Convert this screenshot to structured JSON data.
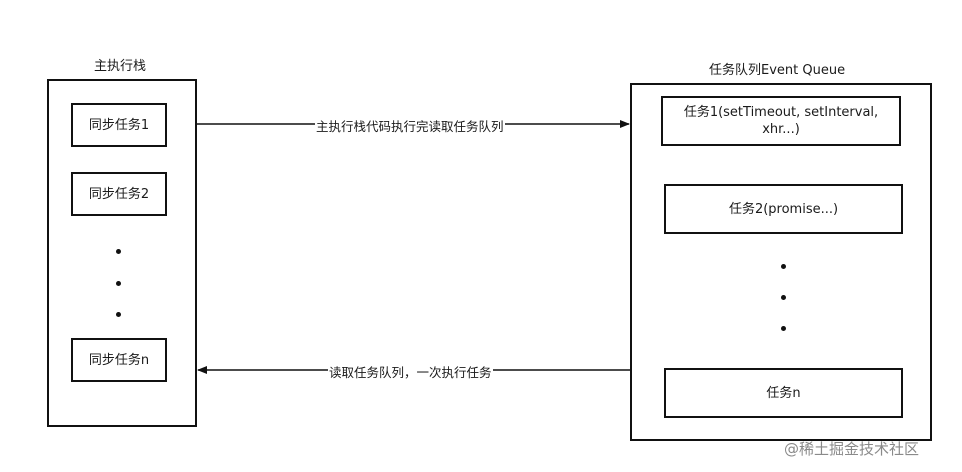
{
  "left_stack": {
    "title": "主执行栈",
    "tasks": [
      "同步任务1",
      "同步任务2",
      "同步任务n"
    ],
    "ellipsis_dots": 3
  },
  "right_queue": {
    "title": "任务队列Event Queue",
    "tasks": [
      "任务1(setTimeout, setInterval, xhr...)",
      "任务2(promise...)",
      "任务n"
    ],
    "ellipsis_dots": 3
  },
  "arrows": {
    "to_queue_label": "主执行栈代码执行完读取任务队列",
    "to_stack_label": "读取任务队列，一次执行任务"
  },
  "watermark": "@稀土掘金技术社区",
  "colors": {
    "stroke": "#111111",
    "text": "#1a1a1a",
    "watermark": "#8a8a8a"
  }
}
